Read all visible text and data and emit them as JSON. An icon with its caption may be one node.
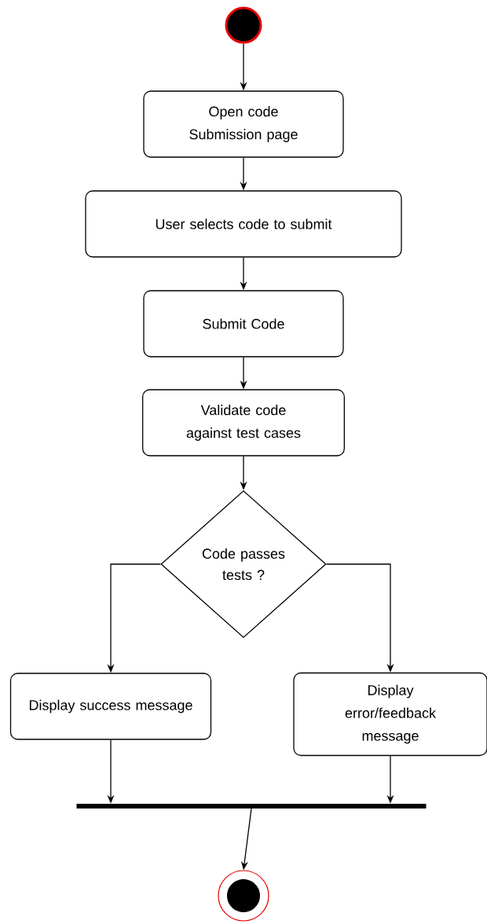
{
  "diagram": {
    "nodes": [
      {
        "text": [],
        "shape": "circle"
      },
      {
        "text": [
          "Open code Submission page"
        ]
      },
      {
        "text": [
          "User selects code to submit"
        ]
      },
      {
        "text": [
          "Submit Code"
        ]
      },
      {
        "text": [
          "Validate code against test cases"
        ]
      },
      {
        "text": [
          "Code passes tests ?"
        ]
      },
      {
        "text": [
          "Display success message"
        ]
      },
      {
        "text": [
          "Display error/feedback message"
        ]
      },
      {
        "text": [],
        "shape": "bar"
      },
      {
        "text": [],
        "shape": "circle"
      }
    ],
    "edges": [
      {
        "from": 0,
        "to": 1,
        "arrow": "to"
      },
      {
        "from": 1,
        "to": 2,
        "arrow": "to"
      },
      {
        "from": 2,
        "to": 3,
        "arrow": "to"
      },
      {
        "from": 3,
        "to": 4,
        "arrow": "to"
      },
      {
        "from": 4,
        "to": 5,
        "arrow": "to"
      },
      {
        "from": 5,
        "to": 6,
        "arrow": "to"
      },
      {
        "from": 5,
        "to": 7,
        "arrow": "to"
      },
      {
        "from": 6,
        "to": 8,
        "arrow": "to"
      },
      {
        "from": 7,
        "to": 8,
        "arrow": "to"
      },
      {
        "from": 8,
        "to": 9,
        "arrow": "to"
      }
    ]
  }
}
